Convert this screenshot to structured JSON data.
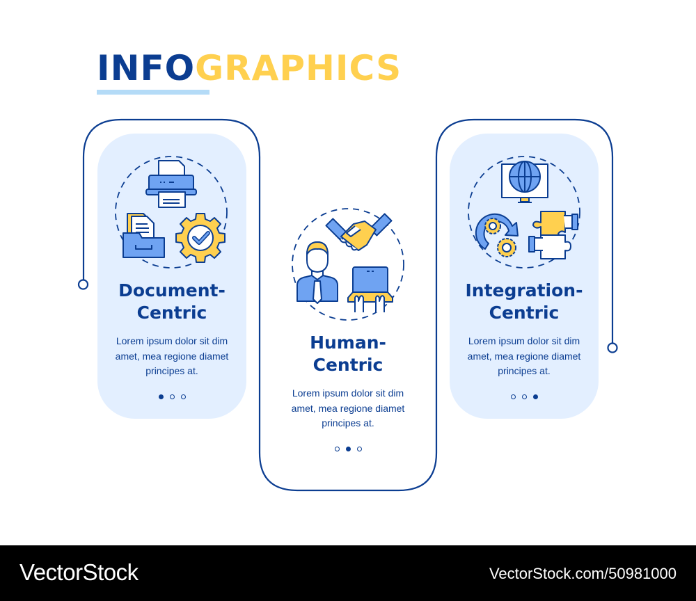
{
  "header": {
    "title_part1": "INFO",
    "title_part2": "GRAPHICS"
  },
  "colors": {
    "navy": "#0b3d91",
    "yellow": "#ffd04f",
    "blue": "#6fa3f2",
    "card_fill": "#e3efff",
    "underline": "#b4dbf7"
  },
  "cards": [
    {
      "title_line1": "Document-",
      "title_line2": "Centric",
      "body": "Lorem ipsum dolor sit dim amet, mea regione diamet principes at.",
      "active_dot": 1,
      "icons": [
        "printer-icon",
        "folder-document-icon",
        "gear-check-icon"
      ]
    },
    {
      "title_line1": "Human-",
      "title_line2": "Centric",
      "body": "Lorem ipsum dolor sit dim amet, mea regione diamet principes at.",
      "active_dot": 2,
      "icons": [
        "handshake-icon",
        "businessman-icon",
        "laptop-typing-icon"
      ]
    },
    {
      "title_line1": "Integration-",
      "title_line2": "Centric",
      "body": "Lorem ipsum dolor sit dim amet, mea regione diamet principes at.",
      "active_dot": 3,
      "icons": [
        "globe-monitor-icon",
        "rotating-gears-icon",
        "puzzle-hands-icon"
      ]
    }
  ],
  "footer": {
    "brand": "VectorStock",
    "url": "VectorStock.com/50981000"
  }
}
